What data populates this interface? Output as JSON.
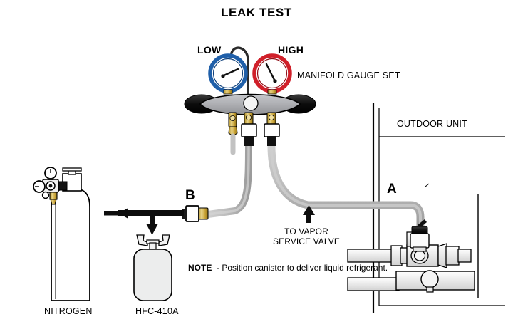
{
  "title": "LEAK TEST",
  "labels": {
    "low": "LOW",
    "high": "HIGH",
    "manifold": "MANIFOLD GAUGE SET",
    "outdoor_unit": "OUTDOOR UNIT",
    "point_a": "A",
    "point_b": "B",
    "to_vapor_service_valve": "TO VAPOR\nSERVICE VALVE",
    "nitrogen": "NITROGEN",
    "canister": "HFC-410A"
  },
  "note": {
    "head": "NOTE  - ",
    "body": "Position canister to deliver liquid refrigerant."
  },
  "icons": {
    "low_gauge": "pressure-gauge-blue-icon",
    "high_gauge": "pressure-gauge-red-icon",
    "hanger_hook": "hook-icon",
    "arrow_left": "arrow-left-icon",
    "arrow_down": "arrow-down-icon",
    "arrow_up": "arrow-up-icon",
    "nitrogen_regulator": "regulator-icon"
  },
  "colors": {
    "low_gauge": "#1f5fa9",
    "high_gauge": "#d0202a",
    "manifold_body": "#a8a9ad",
    "brass": "#c9a227",
    "hose": "#b9b9b9",
    "hose_dark": "#8c8c8c",
    "outline": "#000000",
    "canister_fill": "#eceded",
    "background": "#ffffff"
  }
}
